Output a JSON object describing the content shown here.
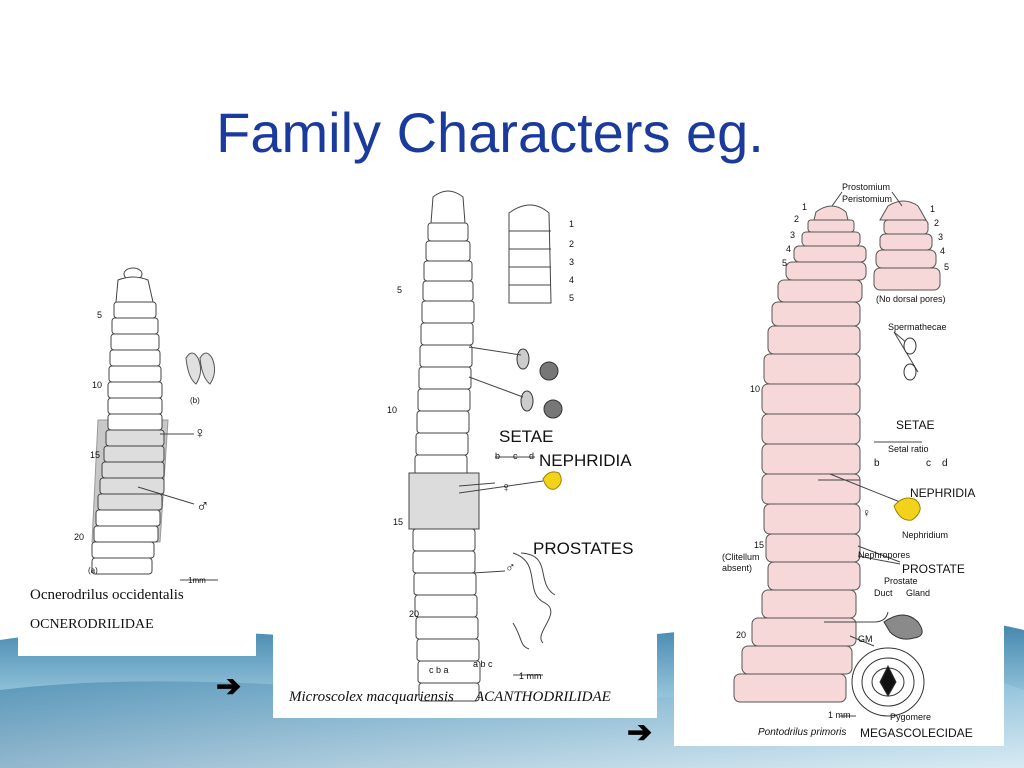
{
  "slide": {
    "title": "Family Characters eg.",
    "arrows": [
      "➔",
      "➔"
    ]
  },
  "panel1": {
    "species": "Ocnerodrilus occidentalis",
    "family": "OCNERODRILIDAE",
    "segment_numbers": [
      "5",
      "10",
      "15",
      "20"
    ],
    "fig_label_b": "(b)",
    "fig_label_a": "(a)",
    "female_symbol": "♀",
    "male_symbol": "♂",
    "scale": "1mm"
  },
  "panel2": {
    "caption_species": "Microscolex macquariensis",
    "caption_family": "ACANTHODRILIDAE",
    "segment_numbers": [
      "5",
      "10",
      "15",
      "20"
    ],
    "inset_numbers": [
      "1",
      "2",
      "3",
      "4",
      "5"
    ],
    "setae_label": "SETAE",
    "setae_letters": [
      "b",
      "c",
      "d"
    ],
    "nephridia_label": "NEPHRIDIA",
    "prostates_label": "PROSTATES",
    "female_symbol": "♀",
    "male_symbol": "♂",
    "bottom_letters_left": "c b a",
    "bottom_letters_right": "a b c",
    "scale": "1 mm"
  },
  "panel3": {
    "prostomium": "Prostomium",
    "peristomium": "Peristomium",
    "left_numbers": [
      "1",
      "2",
      "3",
      "4",
      "5"
    ],
    "right_numbers": [
      "1",
      "2",
      "3",
      "4",
      "5"
    ],
    "no_dorsal_pores": "(No dorsal pores)",
    "spermathecae": "Spermathecae",
    "segment_10": "10",
    "segment_15": "15",
    "segment_20": "20",
    "clitellum_absent": "(Clitellum\nabsent)",
    "setae_label": "SETAE",
    "setal_ratio": "Setal ratio",
    "setal_letters": [
      "b",
      "c",
      "d"
    ],
    "nephridia_label": "NEPHRIDIA",
    "nephridium": "Nephridium",
    "nephropores": "Nephropores",
    "prostate_label": "PROSTATE",
    "prostate_sub": "Prostate",
    "duct": "Duct",
    "gland": "Gland",
    "gm": "GM",
    "pygomere": "Pygomere",
    "scale": "1 mm",
    "species": "Pontodrilus primoris",
    "family": "MEGASCOLECIDAE",
    "female_symbol": "♀"
  },
  "colors": {
    "title": "#1a3a9c",
    "worm_pink": "#f6d8d8",
    "clitellum_grey": "#c8c8c8",
    "nephridia_yellow": "#f2d21a",
    "wave_blue": "#2a6f9a"
  }
}
